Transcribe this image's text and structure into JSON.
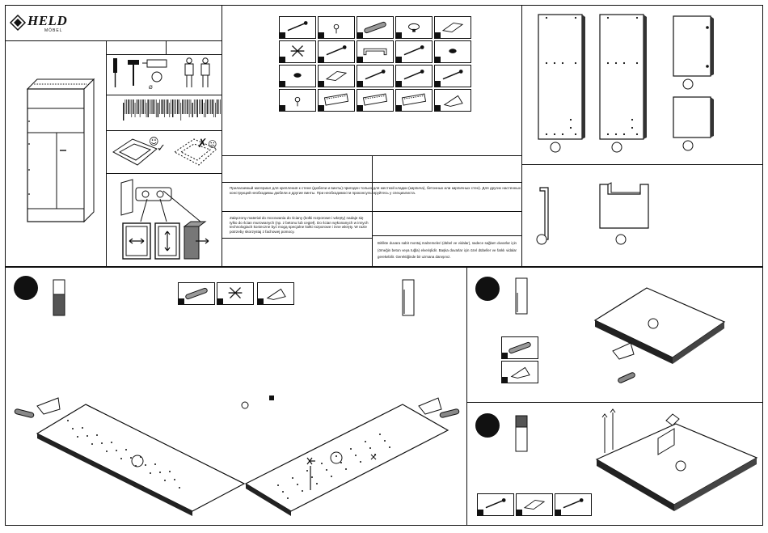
{
  "brand": {
    "name": "HELD",
    "sub": "MÖBEL"
  },
  "notices": {
    "ru": "Прилагаемый материал для крепления к стене (дюбели и винты) пригоден только для жесткой кладки (кирпича), бетонных или кирпичных стен). Для других настенных конструкций необходимы дюбели и другие винты. При необходимости проконсультируйтесь у специалиста.",
    "pl": "Załączony materiał do mocowania do ściany (kołki rozporowe i wkręty) nadaje się tylko do ścian murowanych (np. z betonu lub cegieł). Do ścian wykonanych w innych technologiach konieczne być mogą specjalne kołki rozporowe i inne wkręty. W razie potrzeby skorzystaj z fachowej pomocy.",
    "tr": "Birlikte duvara sabit montaj malzemeleri (dübel ve vidalar), sadece sağlam duvarlar için (örneğin beton veya tuğla) elverişlidir. Başka duvarlar için özel dübeller ve farklı vidalar gerekebilir. Gerektiğinde bir uzmana danışınız."
  },
  "icons": {
    "smile": "☺",
    "frown": "☹",
    "check": "✓",
    "cross": "✗"
  },
  "colors": {
    "ink": "#111111",
    "panel": "#ffffff"
  }
}
